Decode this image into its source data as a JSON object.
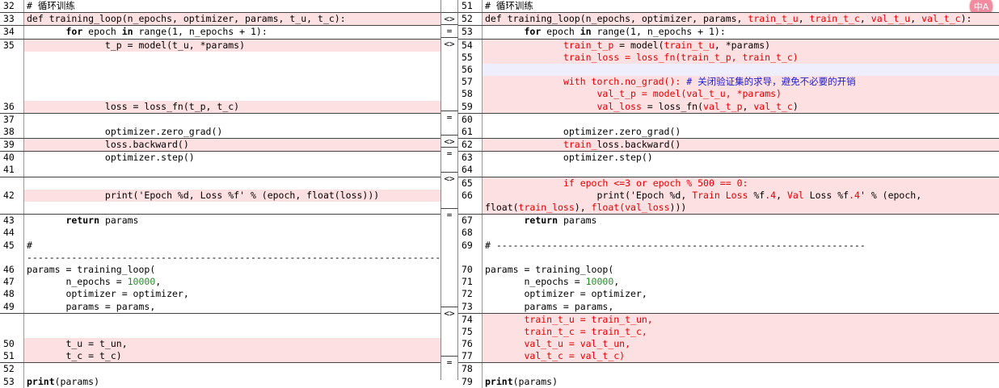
{
  "badge": "中A",
  "left_blocks": [
    {
      "sym": "",
      "lines": [
        {
          "n": "32",
          "t": [
            [
              "# 循环训练",
              ""
            ]
          ],
          "cls": ""
        }
      ]
    },
    {
      "sym": "<>",
      "lines": [
        {
          "n": "33",
          "t": [
            [
              "def training_loop(n_epochs, optimizer, params, t_u, t_c):",
              ""
            ]
          ],
          "cls": "diff"
        }
      ]
    },
    {
      "sym": "=",
      "lines": [
        {
          "n": "34",
          "t": [
            [
              "       ",
              ""
            ],
            [
              "for",
              "kw"
            ],
            [
              " epoch ",
              ""
            ],
            [
              "in",
              "kw"
            ],
            [
              " range(1, n_epochs + 1):",
              ""
            ]
          ],
          "cls": ""
        }
      ]
    },
    {
      "sym": "<>",
      "lines": [
        {
          "n": "35",
          "t": [
            [
              "              t_p = model(t_u, *params)",
              ""
            ]
          ],
          "cls": "diff"
        },
        {
          "n": "",
          "t": [],
          "cls": "blank"
        },
        {
          "n": "",
          "t": [],
          "cls": "blank"
        },
        {
          "n": "",
          "t": [],
          "cls": "blank"
        },
        {
          "n": "",
          "t": [],
          "cls": "blank"
        },
        {
          "n": "36",
          "t": [
            [
              "              loss = loss_fn(t_p, t_c)",
              ""
            ]
          ],
          "cls": "diff"
        }
      ]
    },
    {
      "sym": "=",
      "lines": [
        {
          "n": "37",
          "t": [],
          "cls": ""
        },
        {
          "n": "38",
          "t": [
            [
              "              optimizer.zero_grad()",
              ""
            ]
          ],
          "cls": ""
        }
      ]
    },
    {
      "sym": "<>",
      "lines": [
        {
          "n": "39",
          "t": [
            [
              "              loss.backward()",
              ""
            ]
          ],
          "cls": "diff"
        }
      ]
    },
    {
      "sym": "=",
      "lines": [
        {
          "n": "40",
          "t": [
            [
              "              optimizer.step()",
              ""
            ]
          ],
          "cls": ""
        },
        {
          "n": "41",
          "t": [],
          "cls": ""
        }
      ]
    },
    {
      "sym": "<>",
      "lines": [
        {
          "n": "",
          "t": [],
          "cls": "blank"
        },
        {
          "n": "42",
          "t": [
            [
              "              print('Epoch %d, Loss %f' % (epoch, float(loss)))",
              ""
            ]
          ],
          "cls": "diff"
        },
        {
          "n": "",
          "t": [],
          "cls": "blank"
        }
      ]
    },
    {
      "sym": "=",
      "lines": [
        {
          "n": "43",
          "t": [
            [
              "       ",
              ""
            ],
            [
              "return",
              "kw"
            ],
            [
              " params",
              ""
            ]
          ],
          "cls": ""
        },
        {
          "n": "44",
          "t": [],
          "cls": ""
        },
        {
          "n": "45",
          "t": [
            [
              "#",
              ""
            ]
          ],
          "cls": ""
        },
        {
          "n": "",
          "t": [
            [
              "-----------------------------------------------------------------------------",
              ""
            ]
          ],
          "cls": ""
        },
        {
          "n": "46",
          "t": [
            [
              "params = training_loop(",
              ""
            ]
          ],
          "cls": ""
        },
        {
          "n": "47",
          "t": [
            [
              "       n_epochs = ",
              ""
            ],
            [
              "10000",
              "num"
            ],
            [
              ",",
              ""
            ]
          ],
          "cls": ""
        },
        {
          "n": "48",
          "t": [
            [
              "       optimizer = optimizer,",
              ""
            ]
          ],
          "cls": ""
        },
        {
          "n": "49",
          "t": [
            [
              "       params = params,",
              ""
            ]
          ],
          "cls": ""
        }
      ]
    },
    {
      "sym": "<>",
      "lines": [
        {
          "n": "",
          "t": [],
          "cls": "blank"
        },
        {
          "n": "",
          "t": [],
          "cls": "blank"
        },
        {
          "n": "50",
          "t": [
            [
              "       t_u = t_un,",
              ""
            ]
          ],
          "cls": "diff"
        },
        {
          "n": "51",
          "t": [
            [
              "       t_c = t_c)",
              ""
            ]
          ],
          "cls": "diff"
        }
      ]
    },
    {
      "sym": "=",
      "lines": [
        {
          "n": "52",
          "t": [],
          "cls": ""
        },
        {
          "n": "53",
          "t": [
            [
              "print",
              "kw"
            ],
            [
              "(params)",
              ""
            ]
          ],
          "cls": ""
        }
      ]
    }
  ],
  "right_blocks": [
    {
      "lines": [
        {
          "n": "51",
          "t": [
            [
              "# 循环训练",
              ""
            ]
          ],
          "cls": ""
        }
      ]
    },
    {
      "lines": [
        {
          "n": "52",
          "t": [
            [
              "def training_loop(n_epochs, optimizer, params, ",
              ""
            ],
            [
              "train_t_u",
              "red"
            ],
            [
              ", ",
              ""
            ],
            [
              "train_t_c",
              "red"
            ],
            [
              ", ",
              ""
            ],
            [
              "val_t_u",
              "red"
            ],
            [
              ", ",
              ""
            ],
            [
              "val_t_c",
              "red"
            ],
            [
              "):",
              ""
            ]
          ],
          "cls": "diff"
        }
      ]
    },
    {
      "lines": [
        {
          "n": "53",
          "t": [
            [
              "       ",
              ""
            ],
            [
              "for",
              "kw"
            ],
            [
              " epoch ",
              ""
            ],
            [
              "in",
              "kw"
            ],
            [
              " range(1, n_epochs + 1):",
              ""
            ]
          ],
          "cls": ""
        }
      ]
    },
    {
      "lines": [
        {
          "n": "54",
          "t": [
            [
              "              ",
              ""
            ],
            [
              "train_t_p",
              "red"
            ],
            [
              " = model(",
              ""
            ],
            [
              "train_t_u",
              "red"
            ],
            [
              ", *params)",
              ""
            ]
          ],
          "cls": "diff"
        },
        {
          "n": "55",
          "t": [
            [
              "              ",
              ""
            ],
            [
              "train_loss = loss_fn(train_t_p, train_t_c)",
              "red"
            ]
          ],
          "cls": "diff"
        },
        {
          "n": "56",
          "t": [],
          "cls": "diff-soft"
        },
        {
          "n": "57",
          "t": [
            [
              "              ",
              ""
            ],
            [
              "with torch.no_grad(): ",
              "red"
            ],
            [
              "# 关闭验证集的求导，避免不必要的开销",
              "blue"
            ]
          ],
          "cls": "diff"
        },
        {
          "n": "58",
          "t": [
            [
              "                    ",
              ""
            ],
            [
              "val_t_p = model(val_t_u, *params)",
              "red"
            ]
          ],
          "cls": "diff"
        },
        {
          "n": "59",
          "t": [
            [
              "                    ",
              ""
            ],
            [
              "val_loss",
              "red"
            ],
            [
              " = loss_fn(",
              ""
            ],
            [
              "val_t_p",
              "red"
            ],
            [
              ", ",
              ""
            ],
            [
              "val_t_c",
              "red"
            ],
            [
              ")",
              ""
            ]
          ],
          "cls": "diff"
        }
      ]
    },
    {
      "lines": [
        {
          "n": "60",
          "t": [],
          "cls": ""
        },
        {
          "n": "61",
          "t": [
            [
              "              optimizer.zero_grad()",
              ""
            ]
          ],
          "cls": ""
        }
      ]
    },
    {
      "lines": [
        {
          "n": "62",
          "t": [
            [
              "              ",
              ""
            ],
            [
              "train_",
              "red"
            ],
            [
              "loss.backward()",
              ""
            ]
          ],
          "cls": "diff"
        }
      ]
    },
    {
      "lines": [
        {
          "n": "63",
          "t": [
            [
              "              optimizer.step()",
              ""
            ]
          ],
          "cls": ""
        },
        {
          "n": "64",
          "t": [],
          "cls": ""
        }
      ]
    },
    {
      "lines": [
        {
          "n": "65",
          "t": [
            [
              "              ",
              ""
            ],
            [
              "if epoch <=3 or epoch % 500 == 0:",
              "red"
            ]
          ],
          "cls": "diff"
        },
        {
          "n": "66",
          "t": [
            [
              "                    print('Epoch %d, ",
              ""
            ],
            [
              "Train Loss",
              "red"
            ],
            [
              " %f",
              ""
            ],
            [
              ".4",
              "red"
            ],
            [
              ", ",
              ""
            ],
            [
              "Val",
              "red"
            ],
            [
              " Loss %f",
              ""
            ],
            [
              ".4",
              "red"
            ],
            [
              "' % (epoch,",
              ""
            ]
          ],
          "cls": "diff"
        },
        {
          "n": "",
          "t": [
            [
              "float(",
              ""
            ],
            [
              "train_loss",
              "red"
            ],
            [
              "), ",
              ""
            ],
            [
              "float(val_loss",
              "red"
            ],
            [
              ")))",
              ""
            ]
          ],
          "cls": "diff",
          "wrap": true
        }
      ]
    },
    {
      "lines": [
        {
          "n": "67",
          "t": [
            [
              "       ",
              ""
            ],
            [
              "return",
              "kw"
            ],
            [
              " params",
              ""
            ]
          ],
          "cls": ""
        },
        {
          "n": "68",
          "t": [],
          "cls": ""
        },
        {
          "n": "69",
          "t": [
            [
              "# ------------------------------------------------------------------",
              ""
            ]
          ],
          "cls": ""
        },
        {
          "n": "",
          "t": [],
          "cls": ""
        },
        {
          "n": "70",
          "t": [
            [
              "params = training_loop(",
              ""
            ]
          ],
          "cls": ""
        },
        {
          "n": "71",
          "t": [
            [
              "       n_epochs = ",
              ""
            ],
            [
              "10000",
              "num"
            ],
            [
              ",",
              ""
            ]
          ],
          "cls": ""
        },
        {
          "n": "72",
          "t": [
            [
              "       optimizer = optimizer,",
              ""
            ]
          ],
          "cls": ""
        },
        {
          "n": "73",
          "t": [
            [
              "       params = params,",
              ""
            ]
          ],
          "cls": ""
        }
      ]
    },
    {
      "lines": [
        {
          "n": "74",
          "t": [
            [
              "       ",
              ""
            ],
            [
              "train_t_u = train_t_un,",
              "red"
            ]
          ],
          "cls": "diff"
        },
        {
          "n": "75",
          "t": [
            [
              "       ",
              ""
            ],
            [
              "train_t_c = train_t_c,",
              "red"
            ]
          ],
          "cls": "diff"
        },
        {
          "n": "76",
          "t": [
            [
              "       ",
              ""
            ],
            [
              "val_t_u = val_t_un,",
              "red"
            ]
          ],
          "cls": "diff"
        },
        {
          "n": "77",
          "t": [
            [
              "       ",
              ""
            ],
            [
              "val_t_c = val_t_c)",
              "red"
            ]
          ],
          "cls": "diff"
        }
      ]
    },
    {
      "lines": [
        {
          "n": "78",
          "t": [],
          "cls": ""
        },
        {
          "n": "79",
          "t": [
            [
              "print",
              "kw"
            ],
            [
              "(params)",
              ""
            ]
          ],
          "cls": ""
        }
      ]
    }
  ]
}
